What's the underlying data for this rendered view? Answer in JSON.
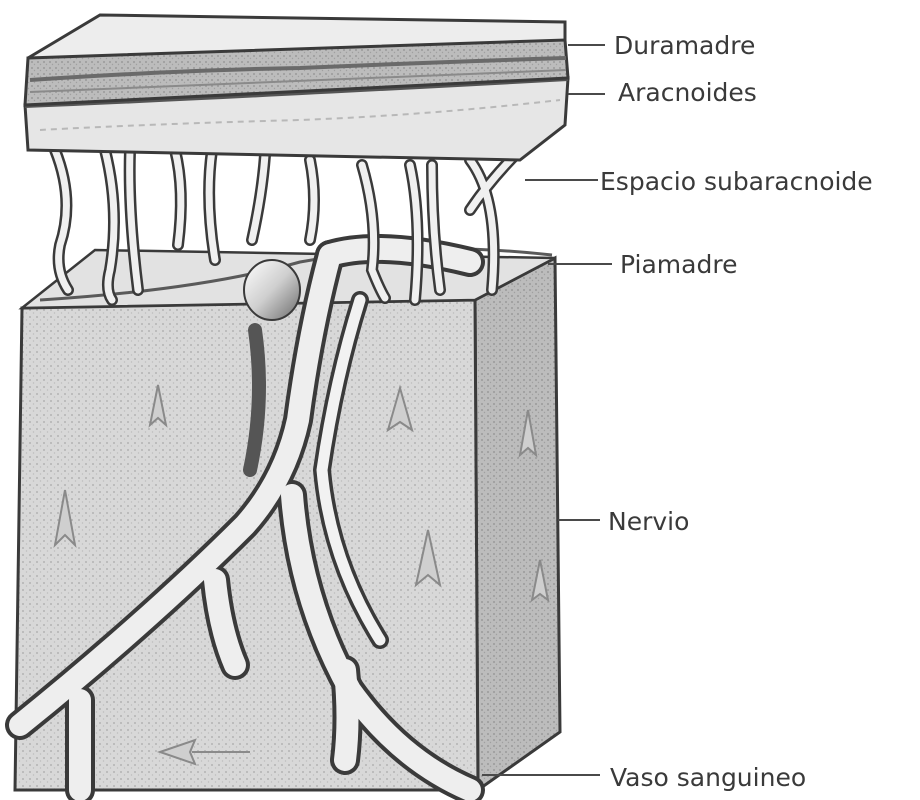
{
  "diagram": {
    "labels": {
      "duramadre": "Duramadre",
      "aracnoides": "Aracnoides",
      "espacio": "Espacio subaracnoide",
      "piamadre": "Piamadre",
      "nervio": "Nervio",
      "vaso": "Vaso sanguineo"
    },
    "colors": {
      "tissue_face": "#d9d9d9",
      "tissue_side": "#c2c2c2",
      "dura_top": "#ededed",
      "vessel": "#eeeeee",
      "outline": "#3a3a3a",
      "label_text": "#3a3a3a"
    }
  }
}
